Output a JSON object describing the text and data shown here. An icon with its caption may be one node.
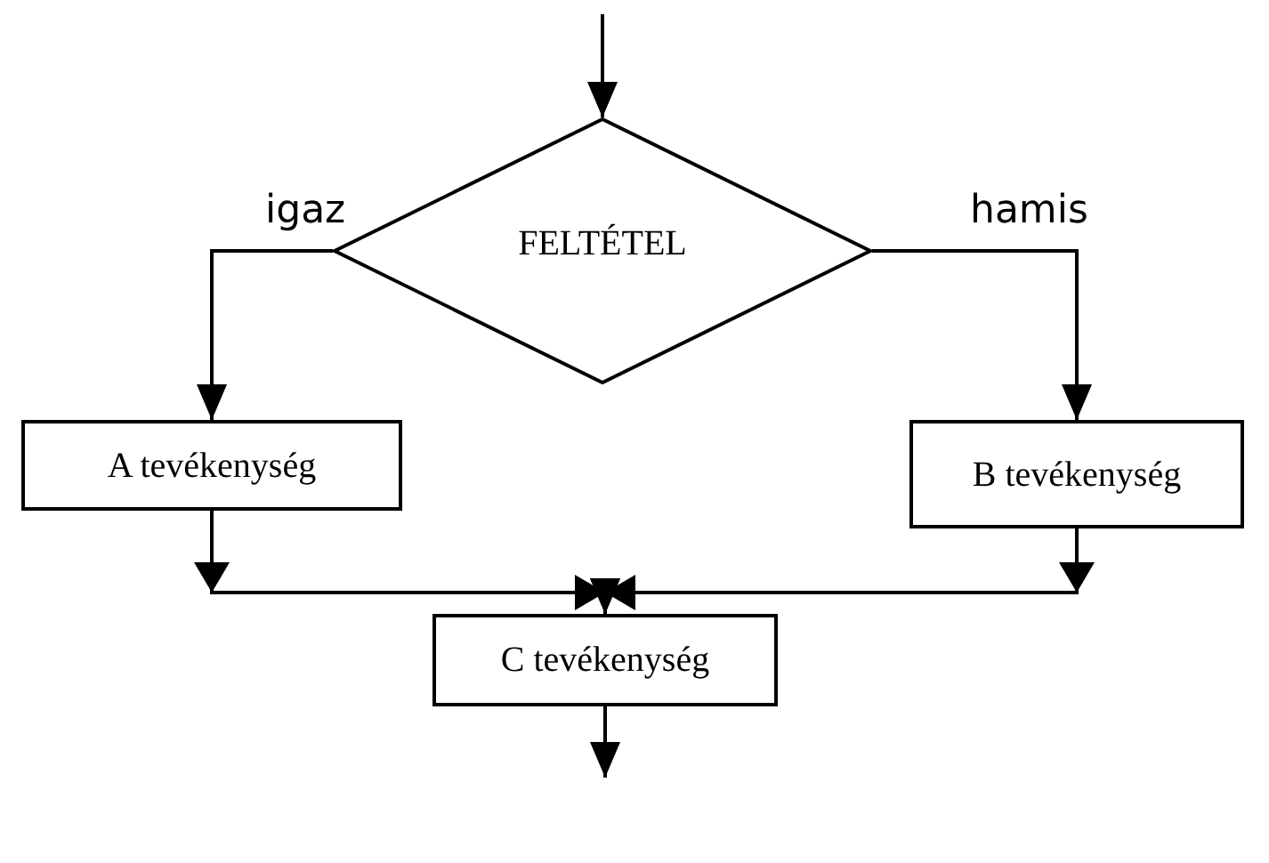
{
  "diagram": {
    "nodes": [
      {
        "text": [
          "FELTÉTEL"
        ]
      },
      {
        "text": [
          "A tevékenység"
        ]
      },
      {
        "text": [
          "B tevékenység"
        ]
      },
      {
        "text": [
          "C tevékenység"
        ]
      }
    ],
    "edges": [
      {
        "from": null,
        "to": 0,
        "arrow": "to"
      },
      {
        "from": 0,
        "to": 1,
        "arrow": "to",
        "label": "igaz"
      },
      {
        "from": 0,
        "to": 2,
        "arrow": "to",
        "label": "hamis"
      },
      {
        "from": 1,
        "to": 3,
        "arrow": "to"
      },
      {
        "from": 2,
        "to": 3,
        "arrow": "to"
      },
      {
        "from": 3,
        "to": null,
        "arrow": "to"
      }
    ]
  }
}
